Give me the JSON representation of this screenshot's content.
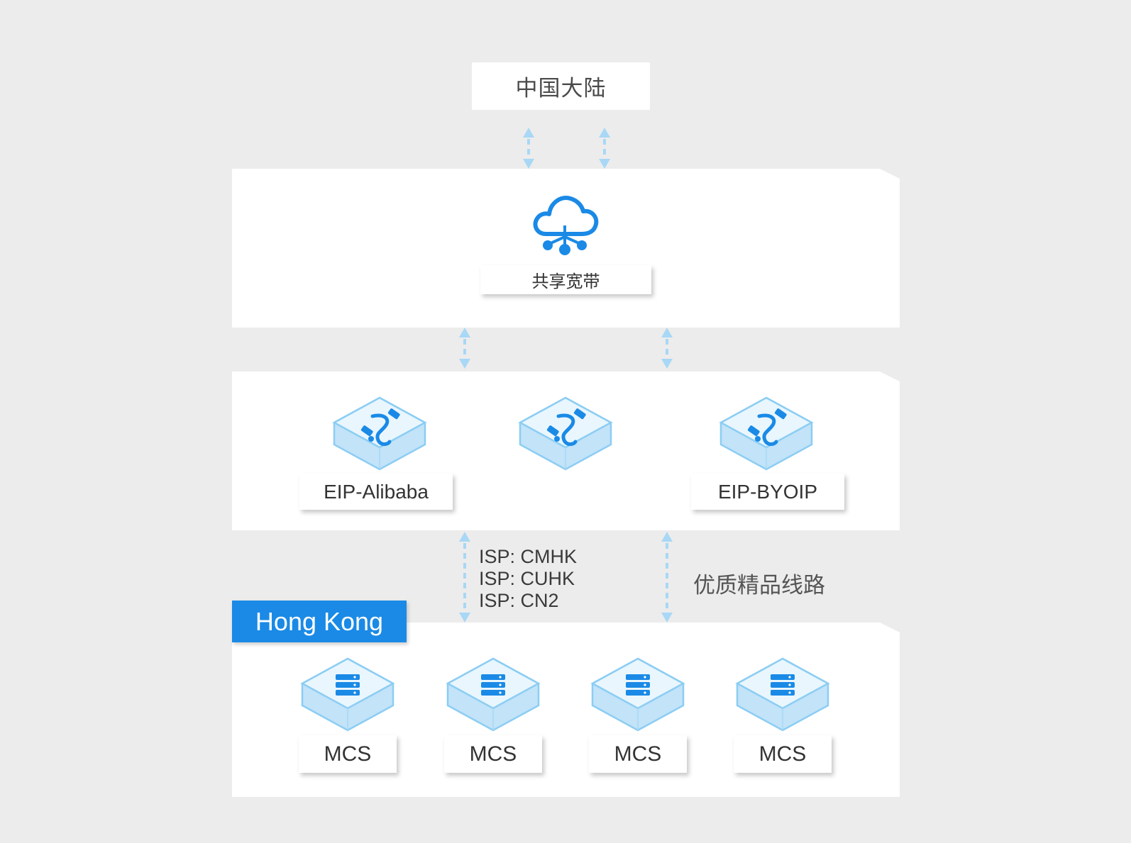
{
  "diagram": {
    "top_node": {
      "label": "中国大陆"
    },
    "shared_bandwidth": {
      "label": "共享宽带",
      "icon": "cloud-network-icon"
    },
    "eip_nodes": [
      {
        "label": "EIP-Alibaba",
        "icon": "link-icon"
      },
      {
        "label": "",
        "icon": "link-icon"
      },
      {
        "label": "EIP-BYOIP",
        "icon": "link-icon"
      }
    ],
    "isp_lines": [
      "ISP: CMHK",
      "ISP: CUHK",
      "ISP: CN2"
    ],
    "quality_label": "优质精品线路",
    "region": {
      "label": "Hong Kong"
    },
    "mcs_nodes": [
      {
        "label": "MCS",
        "icon": "server-icon"
      },
      {
        "label": "MCS",
        "icon": "server-icon"
      },
      {
        "label": "MCS",
        "icon": "server-icon"
      },
      {
        "label": "MCS",
        "icon": "server-icon"
      }
    ],
    "colors": {
      "background": "#ececec",
      "accent": "#1a8ae6",
      "arrow": "#a8d8f5",
      "iso_top": "#e6f4fd",
      "iso_side": "#c2e3f8",
      "iso_stroke": "#8ccdf3"
    }
  }
}
